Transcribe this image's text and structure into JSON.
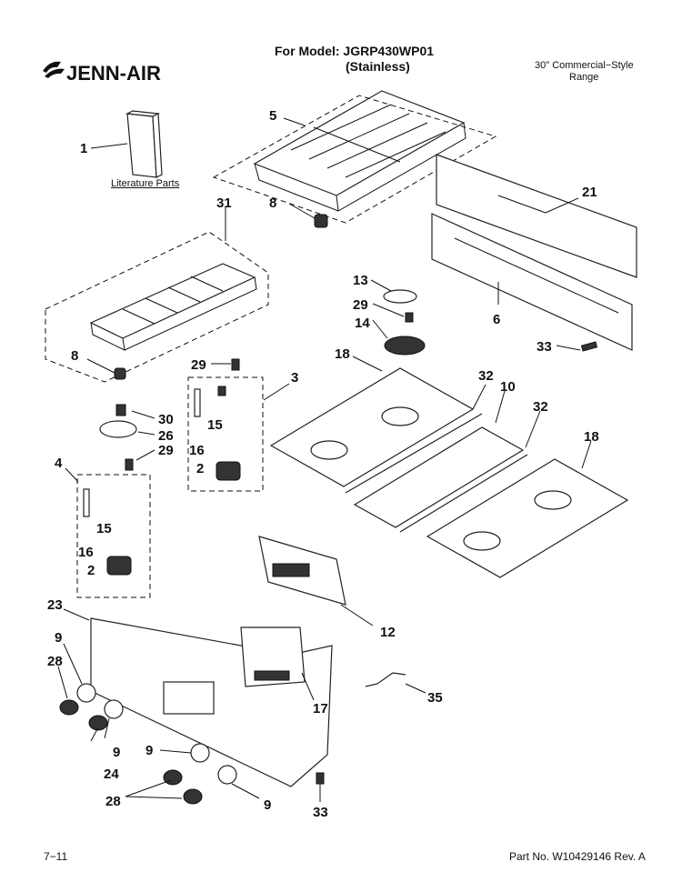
{
  "header": {
    "brand": "JENN-AIR",
    "model_line": "For Model: JGRP430WP01",
    "model_variant": "(Stainless)",
    "description_line1": "30\" Commercial−Style",
    "description_line2": "Range"
  },
  "literature_label": "Literature Parts",
  "callouts": {
    "c1": "1",
    "c5": "5",
    "c8a": "8",
    "c31": "31",
    "c21": "21",
    "c6": "6",
    "c13": "13",
    "c29a": "29",
    "c14": "14",
    "c33a": "33",
    "c18a": "18",
    "c29b": "29",
    "c3": "3",
    "c8b": "8",
    "c30": "30",
    "c26": "26",
    "c29c": "29",
    "c15a": "15",
    "c16a": "16",
    "c2a": "2",
    "c32a": "32",
    "c10": "10",
    "c32b": "32",
    "c18b": "18",
    "c4": "4",
    "c15b": "15",
    "c16b": "16",
    "c2b": "2",
    "c23": "23",
    "c12": "12",
    "c9a": "9",
    "c28a": "28",
    "c17": "17",
    "c35": "35",
    "c9b": "9",
    "c24": "24",
    "c9c": "9",
    "c28b": "28",
    "c9d": "9",
    "c33b": "33"
  },
  "footer": {
    "page_number": "7−11",
    "part_number": "Part No. W10429146 Rev. A"
  }
}
